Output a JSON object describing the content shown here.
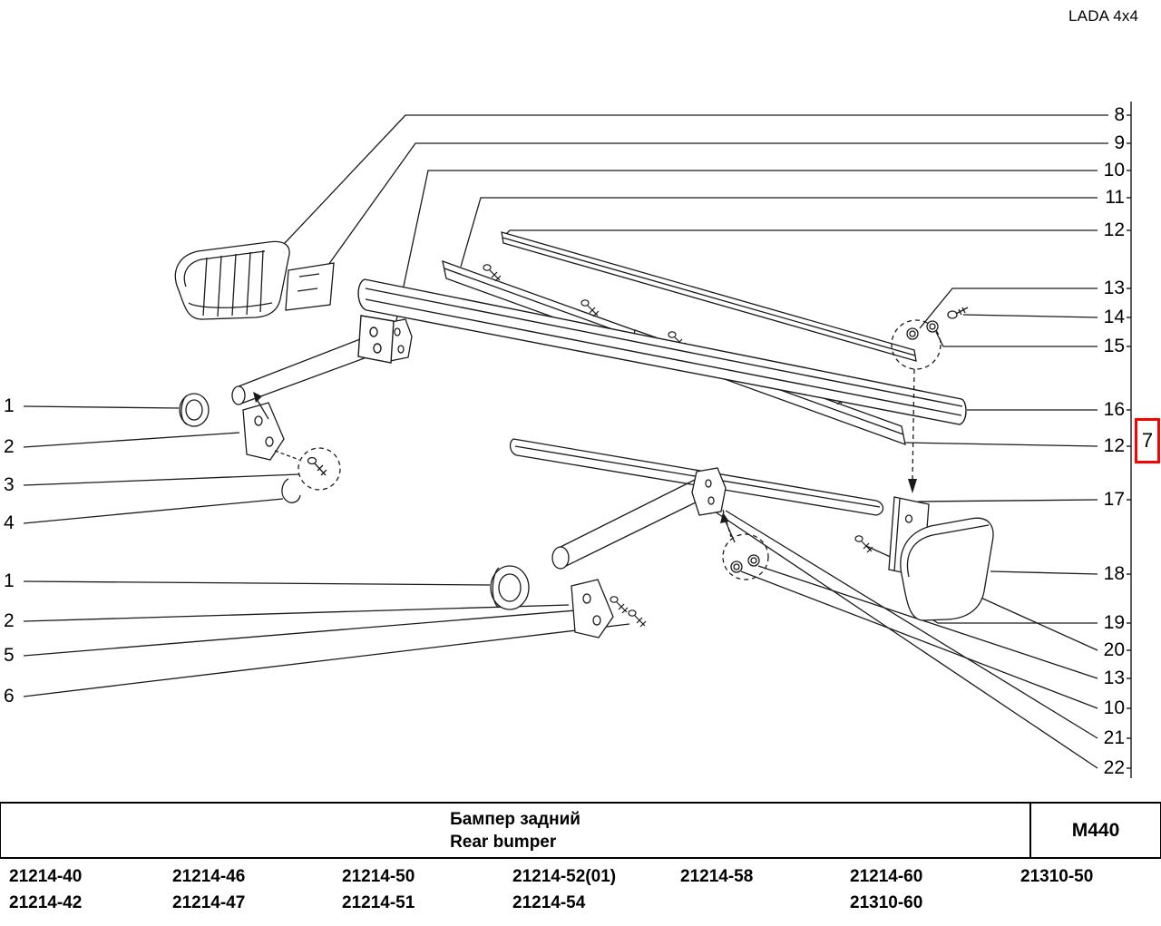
{
  "header": {
    "brand": "LADA 4x4"
  },
  "diagram": {
    "highlight": {
      "label": "7",
      "border_color": "#ff0000"
    },
    "callouts_left": [
      {
        "label": "1"
      },
      {
        "label": "2"
      },
      {
        "label": "3"
      },
      {
        "label": "4"
      },
      {
        "label": "1"
      },
      {
        "label": "2"
      },
      {
        "label": "5"
      },
      {
        "label": "6"
      }
    ],
    "callouts_right": [
      {
        "label": "8"
      },
      {
        "label": "9"
      },
      {
        "label": "10"
      },
      {
        "label": "11"
      },
      {
        "label": "12"
      },
      {
        "label": "13"
      },
      {
        "label": "14"
      },
      {
        "label": "15"
      },
      {
        "label": "16"
      },
      {
        "label": "12"
      },
      {
        "label": "17"
      },
      {
        "label": "18"
      },
      {
        "label": "19"
      },
      {
        "label": "20"
      },
      {
        "label": "13"
      },
      {
        "label": "10"
      },
      {
        "label": "21"
      },
      {
        "label": "22"
      }
    ]
  },
  "title_block": {
    "title_ru": "Бампер задний",
    "title_en": "Rear bumper",
    "code": "M440"
  },
  "models": {
    "row1": [
      "21214-40",
      "21214-46",
      "21214-50",
      "21214-52(01)",
      "21214-58",
      "21214-60",
      "21310-50"
    ],
    "row2": [
      "21214-42",
      "21214-47",
      "21214-51",
      "21214-54",
      "",
      "21310-60",
      ""
    ]
  }
}
